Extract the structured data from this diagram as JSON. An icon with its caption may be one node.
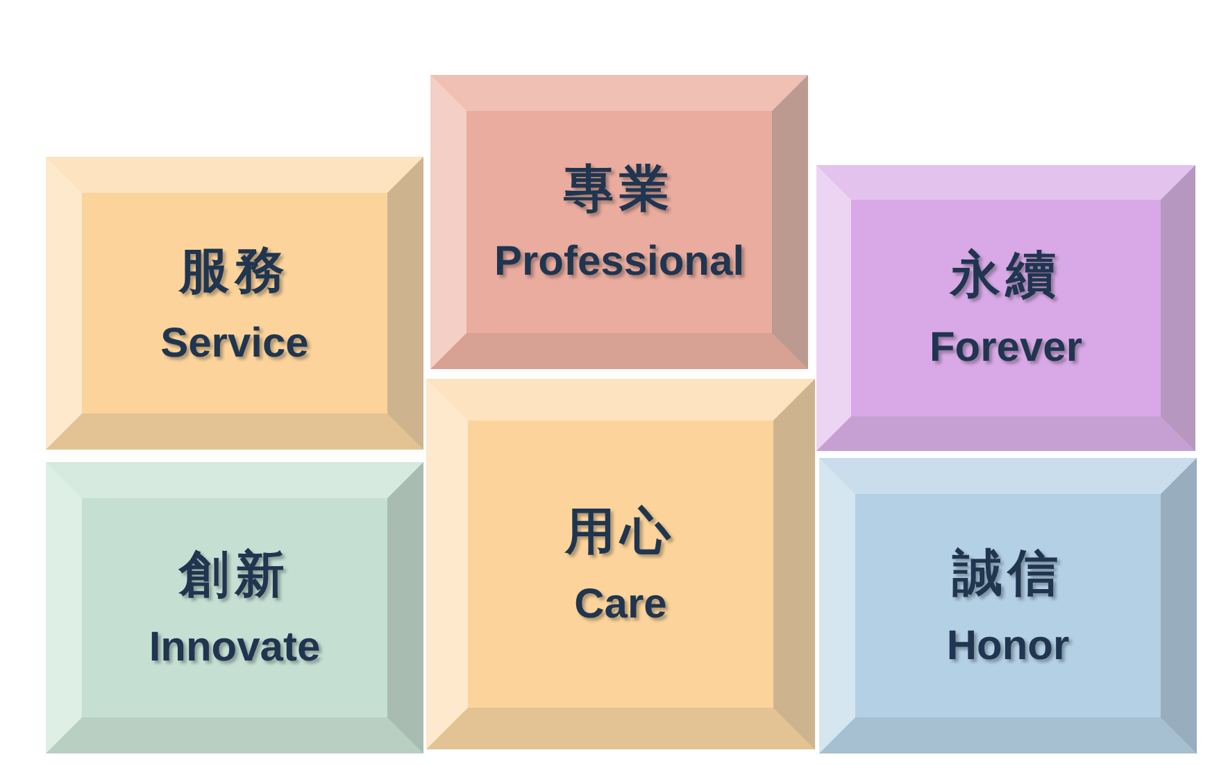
{
  "diagram": {
    "nodes": [
      {
        "text": [
          "專業",
          "Professional"
        ]
      },
      {
        "text": [
          "服務",
          "Service"
        ]
      },
      {
        "text": [
          "永續",
          "Forever"
        ]
      },
      {
        "text": [
          "用心",
          "Care"
        ]
      },
      {
        "text": [
          "創新",
          "Innovate"
        ]
      },
      {
        "text": [
          "誠信",
          "Honor"
        ]
      }
    ]
  }
}
